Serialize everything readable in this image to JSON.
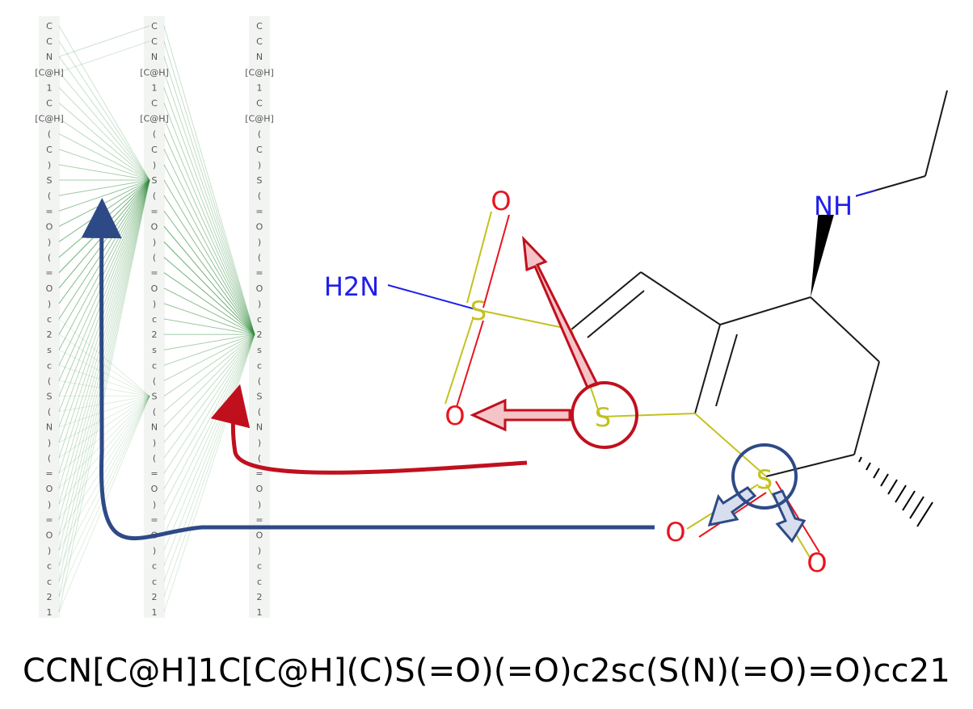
{
  "tokens": [
    "C",
    "C",
    "N",
    "[C@H]",
    "1",
    "C",
    "[C@H]",
    "(",
    "C",
    ")",
    "S",
    "(",
    "=",
    "O",
    ")",
    "(",
    "=",
    "O",
    ")",
    "c",
    "2",
    "s",
    "c",
    "(",
    "S",
    "(",
    "N",
    ")",
    "(",
    "=",
    "O",
    ")",
    "=",
    "O",
    ")",
    "c",
    "c",
    "2",
    "1"
  ],
  "molecule": {
    "atom_labels": {
      "nh": "NH",
      "h2n": "H2N",
      "s_sulfonamide": "S",
      "s_ring": "S",
      "s_sulfone": "S",
      "o_top": "O",
      "o_left": "O",
      "o_bottom_left": "O",
      "o_bottom_right": "O"
    }
  },
  "smiles": "CCN[C@H]1C[C@H](C)S(=O)(=O)c2sc(S(N)(=O)=O)cc21",
  "colors": {
    "nitrogen": "#1f1fe8",
    "oxygen": "#e8141e",
    "sulfur": "#c2c21f",
    "bond": "#1a1a1a",
    "attention": "#2e8b3a",
    "red_highlight": "#c0101e",
    "blue_highlight": "#2e4a86"
  }
}
